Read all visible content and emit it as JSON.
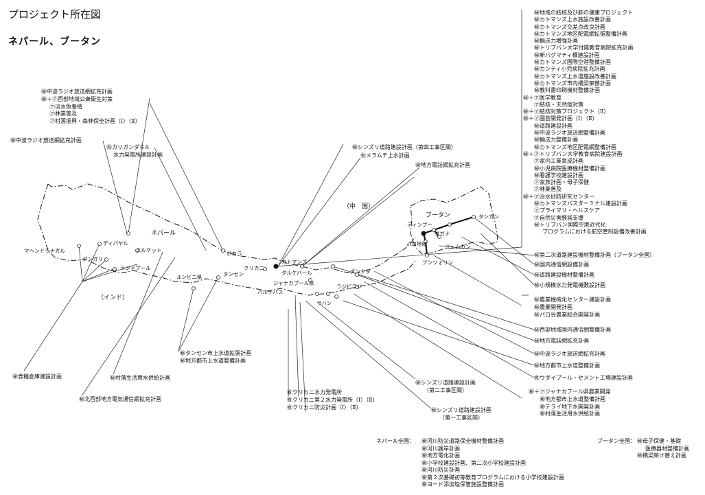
{
  "title": "プロジェクト所在図",
  "subtitle": "ネパール、ブータン",
  "regions": {
    "china": "（中　国）",
    "india": "（インド）",
    "nepal": "ネパール",
    "bhutan": "ブータン"
  },
  "places": [
    "マヘンドラナガル",
    "ディパヤル",
    "ダンガリ",
    "スルケット",
    "ラジャプール",
    "ルンビニ県",
    "タンセン",
    "ポカラ",
    "クリカニ",
    "カトマンズ",
    "ダルケバール",
    "ダンクタ",
    "ジャナカプール県",
    "バルデバス",
    "ラジビラジ",
    "ラハン",
    "ティンプー",
    "パロ地域",
    "ダガナ",
    "ジェムガン",
    "タシガン",
    "プンツォリン"
  ],
  "notes": {
    "farwest": [
      "㊙中波ラジオ放送網拡充計画",
      "㊙＋㋐西部地域公衆衛生対策",
      "㋐淡水魚養殖",
      "㋐林業普及",
      "㋐村落振興・森林保全計画（Ⅰ）（Ⅱ）"
    ],
    "mw_radio": [
      "㊙中波ラジオ放送網拡充計画"
    ],
    "kaligandaki": [
      "㊒カリガンダキA",
      "水力発電所建設計画"
    ],
    "sindhuli4": [
      "㊙シンズリ道路建設計画（第四工事区間）"
    ],
    "melamchi": [
      "㊒メラムチ上水計画"
    ],
    "telecom": [
      "㊙地方電話網拡充計画"
    ],
    "tansen": [
      "㊙タンセン市上水道拡張計画",
      "㊙地方都市上水道整備計画"
    ],
    "food": [
      "㊙食糧倉庫建設計画"
    ],
    "village_water": [
      "㊙村落生活用水供給計画"
    ],
    "northwest": [
      "㊙北西部地方電気通信網拡充計画"
    ],
    "kulekhani": [
      "㊒クリカニ水力発電所",
      "㊒クリカニ第２水力発電所（Ⅰ）（Ⅱ）",
      "㊒クリカニ防災計画（Ⅰ）（Ⅱ）"
    ],
    "sindhuli2": [
      "㊙シンズリ道路建設計画",
      "（第二工事区間）"
    ],
    "sindhuli1": [
      "㊙シンズリ道路建設計画",
      "（第一工事区間）"
    ],
    "kathmandu": [
      "㊙地域の結核及び肺の健康プロジェクト",
      "㊙カトマンズ上水施設改善計画",
      "㊙カトマンズ交差点改良計画",
      "㊙カトマンズ地区配電網拡張整備計画",
      "㊙輸送力増強計画",
      "㊙トリブバン大学付属教育病院拡充計画",
      "㊙新バグマティ橋建設計画",
      "㊙カトマンズ国際空港整備計画",
      "㊙カンティ小児病院拡充計画",
      "㊙カトマンズ上水道施設改善計画",
      "㊙カトマンズ市内橋梁架替計画",
      "㊙教科書印刷機材整備計画",
      "㊙＋㋐医学教育",
      "㋐結核・天然痘対策",
      "㊙＋㋐結核対策プロジェクト（Ⅱ）",
      "㊙＋㋐園芸開発計画（Ⅰ）（Ⅱ）",
      "㊙道路建設計画",
      "㊙中波ラジオ放送網整備計画",
      "㊙輸送力整備計画",
      "㊙カトマンズ地区配電網整備計画",
      "㊙＋㋐トリブバン大学教育病院建設計画",
      "㋐家内工業育成計画",
      "㊙小児病院医療機材整備計画",
      "㊙看護学校建設計画",
      "㋐家族計画・母子保健",
      "㋐林業普及",
      "㊙＋㋐治水砂防研究センター",
      "㊙カトマンズバスターミナル建設計画",
      "㋐プライマリ・ヘルスケア",
      "㋐自然災害軽減支援",
      "㊙トリブバン国際空港近代化",
      "プログラムにおける航空管制設備改善計画"
    ],
    "bhutan_road": [
      "㊙第二次道路建設機材整備計画（ブータン全国）"
    ],
    "bhutan_a": [
      "㊙国内通信網設備計画"
    ],
    "bhutan_b": [
      "㊙道路建設機材整備計画"
    ],
    "bhutan_c": [
      "㊙小規模水力発電機敷設計画"
    ],
    "bhutan_agri": [
      "㊙農業機械化センター建設計画",
      "㊙農業開発計画",
      "㊙パロ谷農業総合開発計画"
    ],
    "east1": [
      "㊙西部地域国内通信網整備計画"
    ],
    "east2": [
      "㊙地方電話網拡充計画"
    ],
    "east3": [
      "㊙中波ラジオ放送網拡充計画"
    ],
    "east4": [
      "㊙地方都市上水道整備計画"
    ],
    "east5": [
      "㊒ウダイプール・セメント工場建設計画"
    ],
    "janakpur": [
      "㊙＋㋐ジャナカプール県農業開発",
      "㊙地方都市上水道整備計画",
      "㊙テライ地下水開発計画",
      "㊙村落生活用水供給計画"
    ]
  },
  "footer": {
    "nepal_label": "ネパール全国：",
    "nepal_items": [
      "㊙河川防災道路保全機材整備計画",
      "㊙河川護岸計画",
      "㊙地方電化計画",
      "㊙小学校建設計画、第二次小学校建設計画",
      "㊙河川防災計画",
      "㊙第２次基礎初等教育プログラムにおける小学校建設計画",
      "㊙ヨード添加塩保管施設整備計画"
    ],
    "bhutan_label": "ブータン全国：",
    "bhutan_items": [
      "㊙母子保健・基礎",
      "医療器材整備計画",
      "㊙橋梁架け替え計画"
    ]
  }
}
